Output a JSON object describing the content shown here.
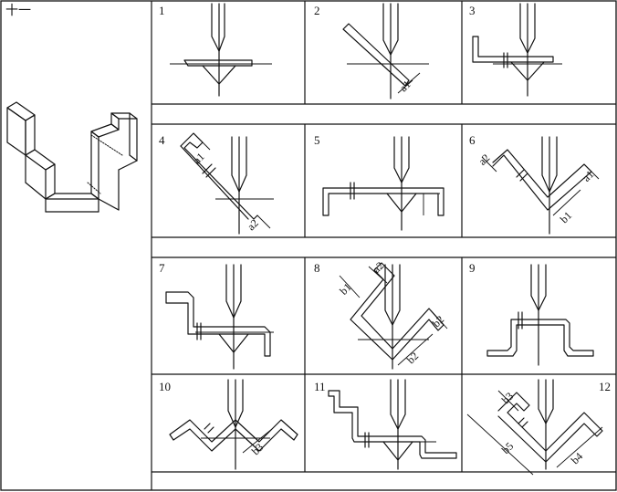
{
  "corner_mark": "十一",
  "steps": [
    {
      "number": "1"
    },
    {
      "number": "2",
      "dims": [
        "a1"
      ]
    },
    {
      "number": "3"
    },
    {
      "number": "4",
      "dims": [
        "a1",
        "a2"
      ]
    },
    {
      "number": "5"
    },
    {
      "number": "6",
      "dims": [
        "a2",
        "a1",
        "b1"
      ]
    },
    {
      "number": "7"
    },
    {
      "number": "8",
      "dims": [
        "b1",
        "a2",
        "b2",
        "b2"
      ]
    },
    {
      "number": "9"
    },
    {
      "number": "10",
      "dims": [
        "b3"
      ]
    },
    {
      "number": "11"
    },
    {
      "number": "12",
      "dims": [
        "b3",
        "b5",
        "b4"
      ]
    }
  ]
}
